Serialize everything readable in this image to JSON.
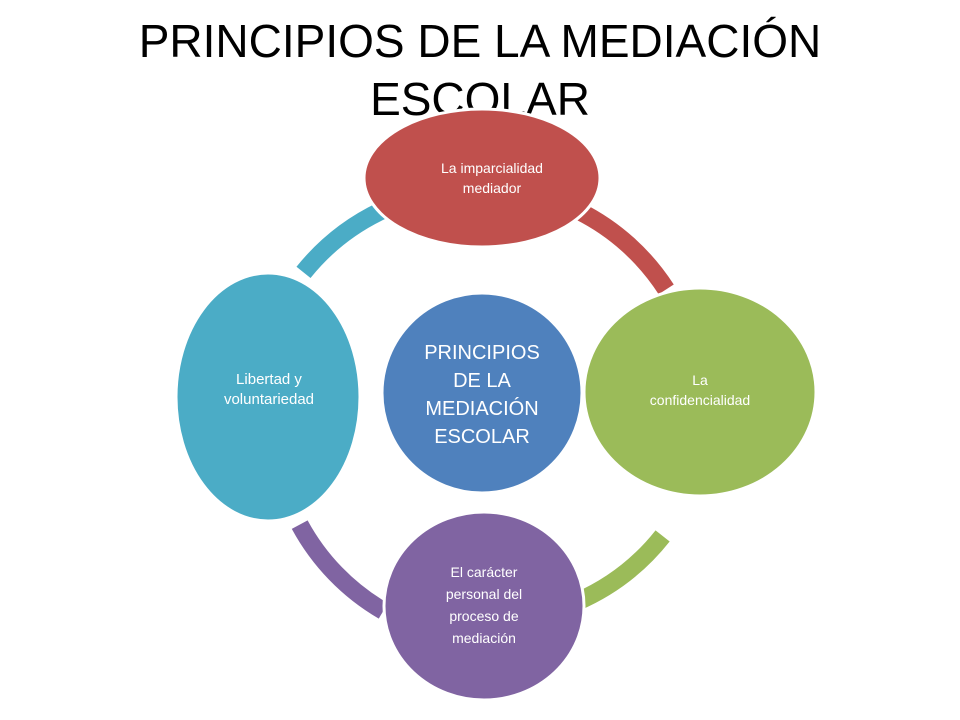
{
  "title": "PRINCIPIOS DE LA MEDIACIÓN\nESCOLAR",
  "center": {
    "label": "PRINCIPIOS\nDE LA\nMEDIACIÓN\nESCOLAR",
    "color": "#4F81BD"
  },
  "nodes": [
    {
      "id": "top",
      "label": "La  imparcialidad\nmediador",
      "color": "#C0504D"
    },
    {
      "id": "right",
      "label": "La\nconfidencialidad",
      "color": "#9BBB59"
    },
    {
      "id": "bottom",
      "label": "El carácter\npersonal del\nproceso de\nmediación",
      "color": "#8064A2"
    },
    {
      "id": "left",
      "label": "Libertad y\nvoluntariedad",
      "color": "#4BACC6"
    }
  ]
}
